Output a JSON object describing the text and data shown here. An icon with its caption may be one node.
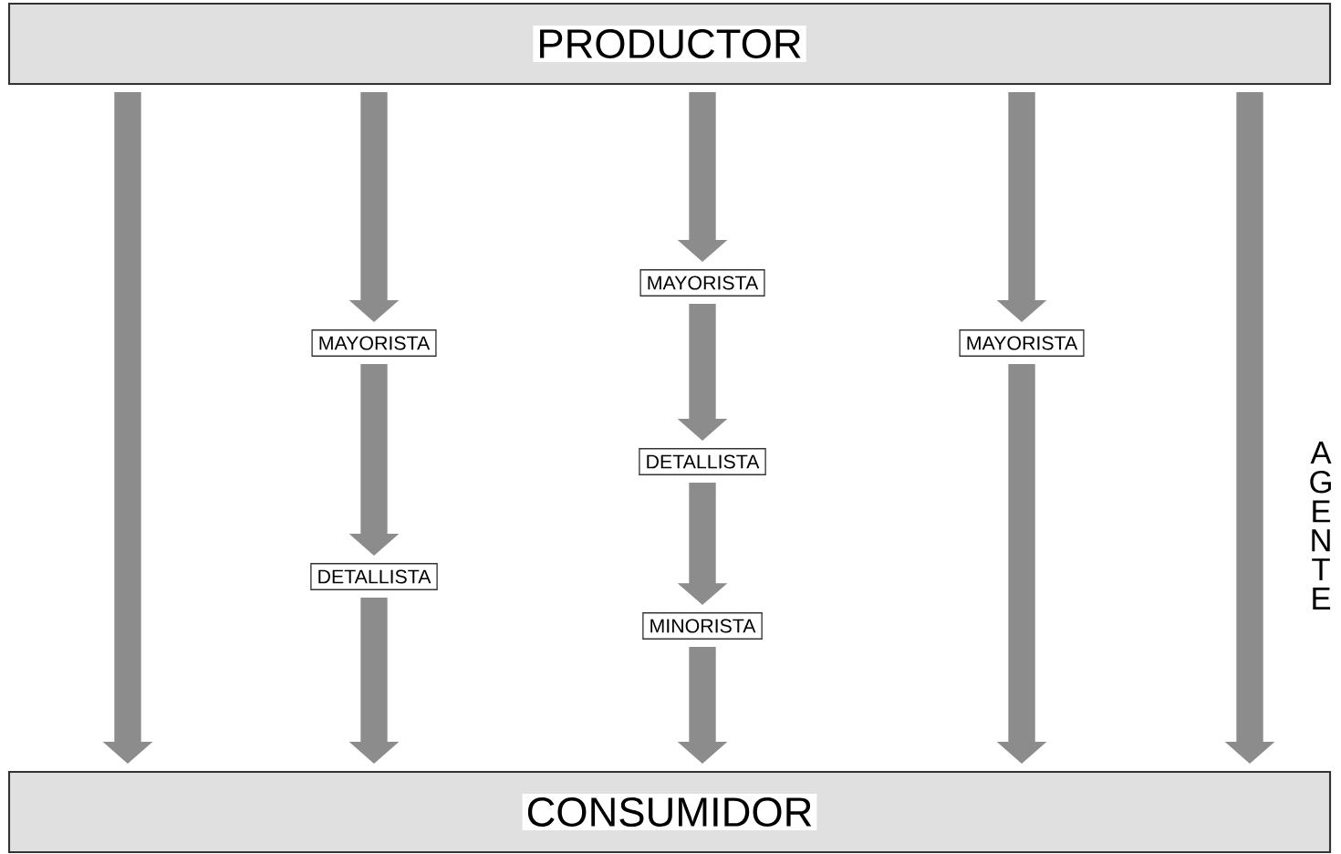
{
  "diagram": {
    "nodes": [
      {
        "text": [
          "PRODUCTOR"
        ]
      },
      {
        "text": [
          "MAYORISTA"
        ]
      },
      {
        "text": [
          "DETALLISTA"
        ]
      },
      {
        "text": [
          "MAYORISTA"
        ]
      },
      {
        "text": [
          "DETALLISTA"
        ]
      },
      {
        "text": [
          "MINORISTA"
        ]
      },
      {
        "text": [
          "MAYORISTA"
        ]
      },
      {
        "text": [
          "CONSUMIDOR"
        ]
      }
    ],
    "edges": [
      {
        "from": 0,
        "to": 7,
        "arrow": "to"
      },
      {
        "from": 0,
        "to": 1,
        "arrow": "to"
      },
      {
        "from": 1,
        "to": 2,
        "arrow": "to"
      },
      {
        "from": 2,
        "to": 7,
        "arrow": "to"
      },
      {
        "from": 0,
        "to": 3,
        "arrow": "to"
      },
      {
        "from": 3,
        "to": 4,
        "arrow": "to"
      },
      {
        "from": 4,
        "to": 5,
        "arrow": "to"
      },
      {
        "from": 5,
        "to": 7,
        "arrow": "to"
      },
      {
        "from": 0,
        "to": 6,
        "arrow": "to"
      },
      {
        "from": 6,
        "to": 7,
        "arrow": "to"
      },
      {
        "from": 0,
        "to": 7,
        "arrow": "to"
      }
    ],
    "labels": [
      "AGENTE"
    ]
  }
}
